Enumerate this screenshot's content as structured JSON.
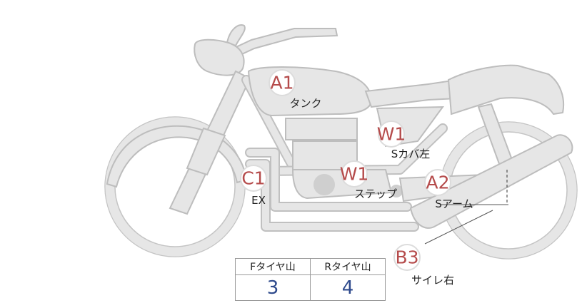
{
  "markers": [
    {
      "id": "tank",
      "code": "A1",
      "label": "タンク"
    },
    {
      "id": "side-cover-left",
      "code": "W1",
      "label": "Sカバ左"
    },
    {
      "id": "exhaust",
      "code": "C1",
      "label": "EX"
    },
    {
      "id": "step",
      "code": "W1",
      "label": "ステップ"
    },
    {
      "id": "swing-arm",
      "code": "A2",
      "label": "Sアーム"
    },
    {
      "id": "muffler-right",
      "code": "B3",
      "label": "サイレ右"
    }
  ],
  "tire_table": {
    "front_header": "Fタイヤ山",
    "rear_header": "Rタイヤ山",
    "front_value": "3",
    "rear_value": "4"
  },
  "colors": {
    "motorcycle_fill": "#e6e6e6",
    "motorcycle_outline": "#bdbdbd",
    "marker_code": "#b54b4b",
    "table_value": "#2e4a8c"
  }
}
